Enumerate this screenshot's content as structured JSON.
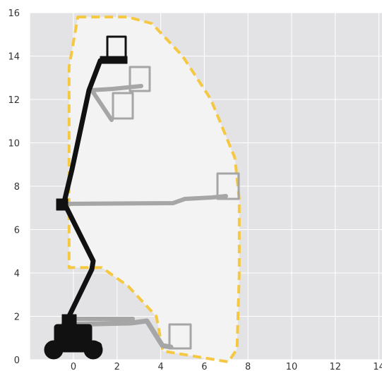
{
  "diagram": {
    "type": "working_envelope",
    "colors": {
      "background": "#e3e3e6",
      "grid": "#ffffff",
      "envelope_fill": "#f3f3f4",
      "envelope_outline": "#f5c842",
      "machine_dark": "#111111",
      "machine_ghost": "#a6a6a6"
    },
    "x_axis": {
      "min": -2,
      "max": 14,
      "ticks": [
        "0",
        "2",
        "4",
        "6",
        "8",
        "10",
        "12",
        "14"
      ]
    },
    "y_axis": {
      "min": 0,
      "max": 16,
      "ticks": [
        "0",
        "2",
        "4",
        "6",
        "8",
        "10",
        "12",
        "14",
        "16"
      ]
    },
    "envelope_outline": [
      [
        0.2,
        15.8
      ],
      [
        2.5,
        15.8
      ],
      [
        3.6,
        15.5
      ],
      [
        5.0,
        14.0
      ],
      [
        6.3,
        12.0
      ],
      [
        7.4,
        9.3
      ],
      [
        7.6,
        7.4
      ],
      [
        7.6,
        4.0
      ],
      [
        7.5,
        0.5
      ],
      [
        7.1,
        -0.1
      ],
      [
        4.1,
        0.4
      ],
      [
        3.8,
        2.0
      ],
      [
        2.5,
        3.4
      ],
      [
        1.3,
        4.25
      ],
      [
        -0.2,
        4.25
      ],
      [
        -0.2,
        13.5
      ]
    ],
    "grid": true
  }
}
